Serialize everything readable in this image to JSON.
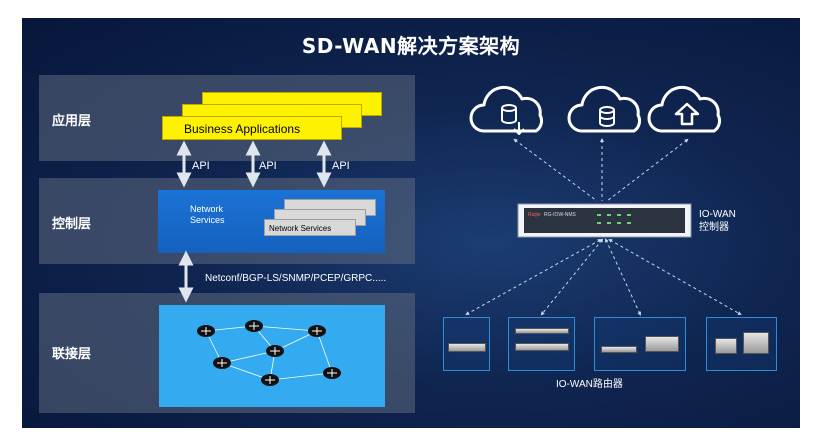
{
  "title": "SD-WAN解决方案架构",
  "layers": {
    "application": "应用层",
    "control": "控制层",
    "connection": "联接层"
  },
  "business_apps": "Business  Applications",
  "api_labels": [
    "API",
    "API",
    "API"
  ],
  "network_services_label": "Network\nServices",
  "network_services_card": "Network Services",
  "protocols": "Netconf/BGP-LS/SNMP/PCEP/GRPC.....",
  "controller": {
    "device_text": "Ruijie RG-IOW-NMS",
    "name": "IO-WAN\n控制器"
  },
  "cloud_icons": [
    "cloud-database-download-icon",
    "cloud-database-icon",
    "cloud-upload-icon"
  ],
  "router_group_label": "IO-WAN路由器",
  "colors": {
    "background": "#0f2550",
    "business_yellow": "#fff200",
    "control_blue": "#1b73d6",
    "network_blue": "#34aaf0",
    "band_gray": "#5f697d"
  }
}
